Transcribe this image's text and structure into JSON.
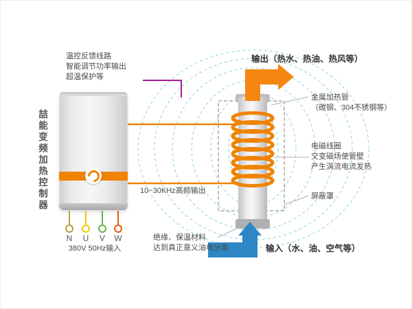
{
  "left_panel": {
    "vertical_title": "喆能变频加热控制器",
    "feedback_lines": [
      "温控反馈线路",
      "智能调节功率输出",
      "超温保护等"
    ],
    "terminals": [
      {
        "label": "N",
        "color": "#b9a23a"
      },
      {
        "label": "U",
        "color": "#f2c500"
      },
      {
        "label": "V",
        "color": "#58b647"
      },
      {
        "label": "W",
        "color": "#e8590c"
      }
    ],
    "power_input": "380V 50Hz输入"
  },
  "connections": {
    "hf_output_label": "10~30KHz高频输出"
  },
  "right_panel": {
    "output_label": "输出（热水、热油、热风等）",
    "pipe_label_lines": [
      "金属加热管",
      "（碳钢、304不锈钢等）"
    ],
    "coil_label_lines": [
      "电磁线圈",
      "交变磁场使管壁",
      "产生涡流电流发热"
    ],
    "shield_label": "屏蔽罩",
    "input_label": "输入（水、油、空气等）",
    "insulation_lines": [
      "绝缘、保温材料",
      "达到真正意义油电分离"
    ]
  },
  "colors": {
    "coil_orange": "#f08300",
    "pipe_orange": "#f5860f",
    "pipe_blue": "#2e86c4",
    "field_line_cyan": "#98d9e9",
    "feedback_purple": "#a21b8f"
  }
}
